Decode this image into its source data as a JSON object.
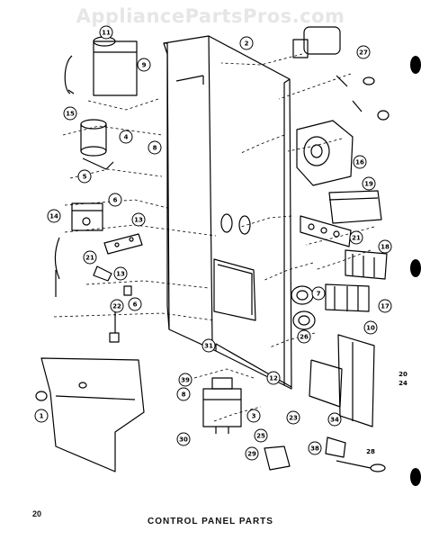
{
  "watermark": "AppliancePartsPros.com",
  "page_number": "20",
  "caption": "CONTROL PANEL PARTS",
  "callouts": {
    "c1": "1",
    "c2": "2",
    "c3": "3",
    "c4": "4",
    "c5": "5",
    "c6a": "6",
    "c6b": "6",
    "c7": "7",
    "c8a": "8",
    "c8b": "8",
    "c9": "9",
    "c10": "10",
    "c11": "11",
    "c12": "12",
    "c13a": "13",
    "c13b": "13",
    "c14": "14",
    "c15": "15",
    "c16": "16",
    "c17": "17",
    "c18": "18",
    "c19": "19",
    "c20": "20",
    "c21a": "21",
    "c21b": "21",
    "c22": "22",
    "c23": "23",
    "c24": "24",
    "c25": "25",
    "c26": "26",
    "c27": "27",
    "c28": "28",
    "c29": "29",
    "c30": "30",
    "c31": "31",
    "c34": "34",
    "c38": "38",
    "c39": "39"
  }
}
